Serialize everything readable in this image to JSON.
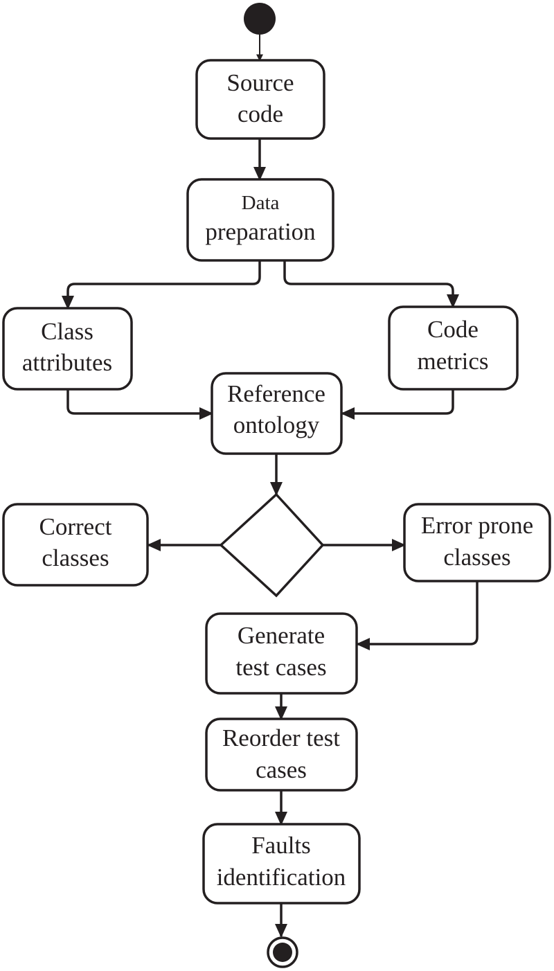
{
  "diagram": {
    "type": "activity-diagram",
    "colors": {
      "stroke": "#231f20",
      "fill": "#ffffff",
      "start_node": "#231f20"
    },
    "nodes": {
      "source_code": {
        "line1": "Source",
        "line2": "code"
      },
      "data_preparation": {
        "line1": "Data",
        "line2": "preparation"
      },
      "class_attributes": {
        "line1": "Class",
        "line2": "attributes"
      },
      "code_metrics": {
        "line1": "Code",
        "line2": "metrics"
      },
      "reference_ontology": {
        "line1": "Reference",
        "line2": "ontology"
      },
      "correct_classes": {
        "line1": "Correct",
        "line2": "classes"
      },
      "error_prone_classes": {
        "line1": "Error prone",
        "line2": "classes"
      },
      "generate_test_cases": {
        "line1": "Generate",
        "line2": "test cases"
      },
      "reorder_test_cases": {
        "line1": "Reorder test",
        "line2": "cases"
      },
      "faults_identification": {
        "line1": "Faults",
        "line2": "identification"
      }
    },
    "edges": [
      {
        "from": "start",
        "to": "source_code"
      },
      {
        "from": "source_code",
        "to": "data_preparation"
      },
      {
        "from": "data_preparation",
        "to": "class_attributes"
      },
      {
        "from": "data_preparation",
        "to": "code_metrics"
      },
      {
        "from": "class_attributes",
        "to": "reference_ontology"
      },
      {
        "from": "code_metrics",
        "to": "reference_ontology"
      },
      {
        "from": "reference_ontology",
        "to": "decision"
      },
      {
        "from": "decision",
        "to": "correct_classes"
      },
      {
        "from": "decision",
        "to": "error_prone_classes"
      },
      {
        "from": "error_prone_classes",
        "to": "generate_test_cases"
      },
      {
        "from": "generate_test_cases",
        "to": "reorder_test_cases"
      },
      {
        "from": "reorder_test_cases",
        "to": "faults_identification"
      },
      {
        "from": "faults_identification",
        "to": "end"
      }
    ]
  }
}
